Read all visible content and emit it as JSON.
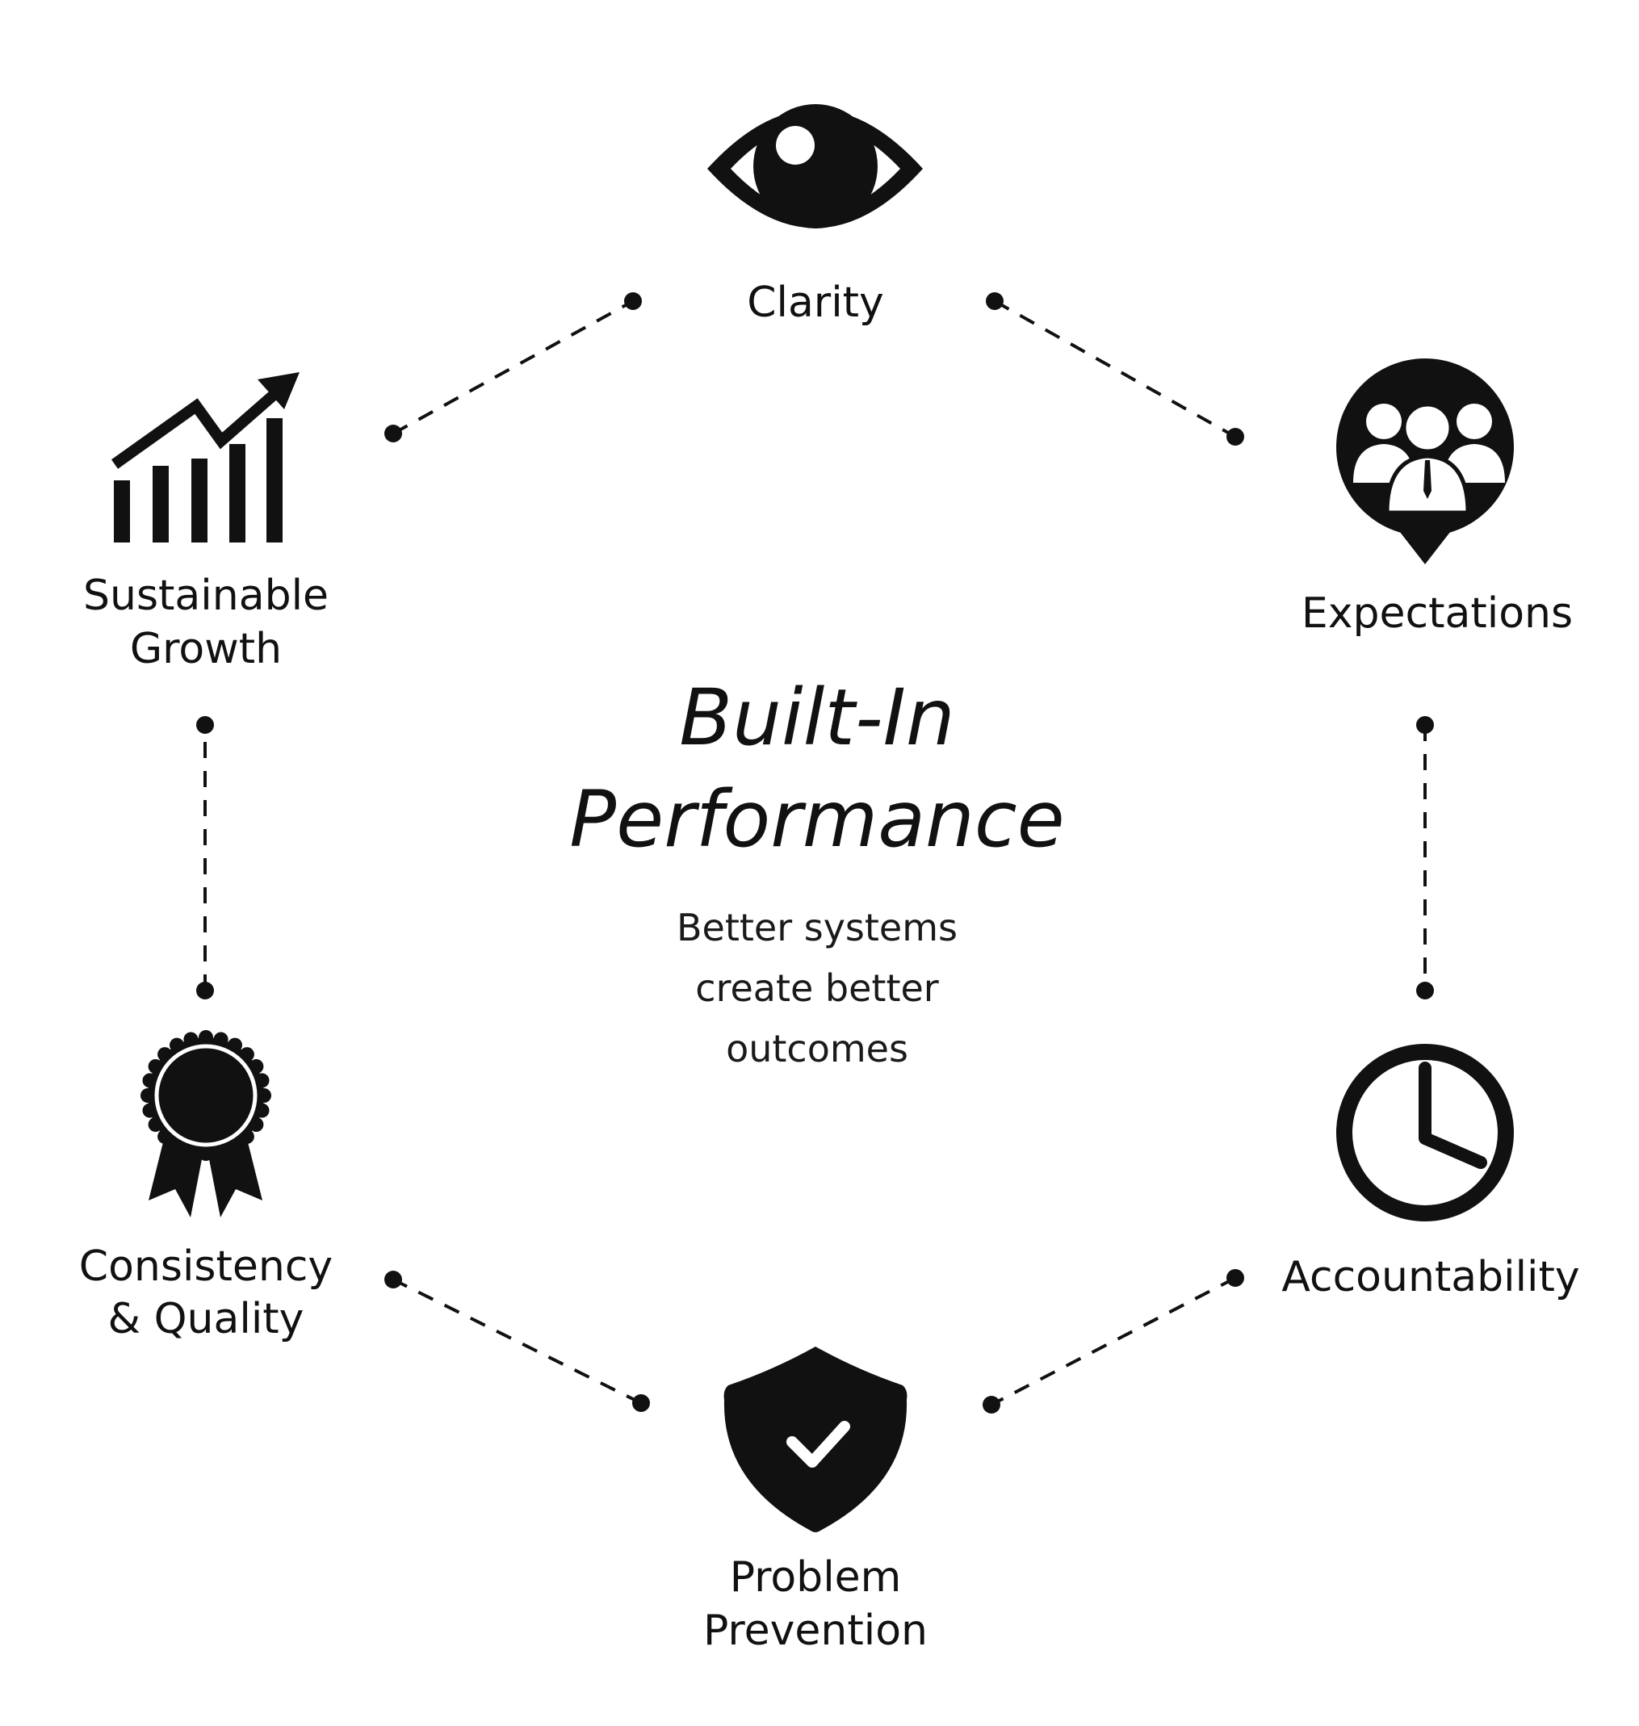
{
  "diagram": {
    "title": {
      "line1": "Built-In",
      "line2": "Performance"
    },
    "subtitle": {
      "line1": "Better systems",
      "line2": "create better",
      "line3": "outcomes"
    },
    "nodes": [
      {
        "id": "clarity",
        "icon": "eye-icon",
        "label_lines": [
          "Clarity"
        ]
      },
      {
        "id": "expectations",
        "icon": "team-pin-icon",
        "label_lines": [
          "Expectations"
        ]
      },
      {
        "id": "accountability",
        "icon": "clock-icon",
        "label_lines": [
          "Accountability"
        ]
      },
      {
        "id": "problem-prevention",
        "icon": "shield-check-icon",
        "label_lines": [
          "Problem",
          "Prevention"
        ]
      },
      {
        "id": "consistency-quality",
        "icon": "award-ribbon-icon",
        "label_lines": [
          "Consistency",
          "& Quality"
        ]
      },
      {
        "id": "sustainable-growth",
        "icon": "growth-chart-icon",
        "label_lines": [
          "Sustainable",
          "Growth"
        ]
      }
    ],
    "colors": {
      "ink": "#111111",
      "background": "#ffffff"
    }
  }
}
